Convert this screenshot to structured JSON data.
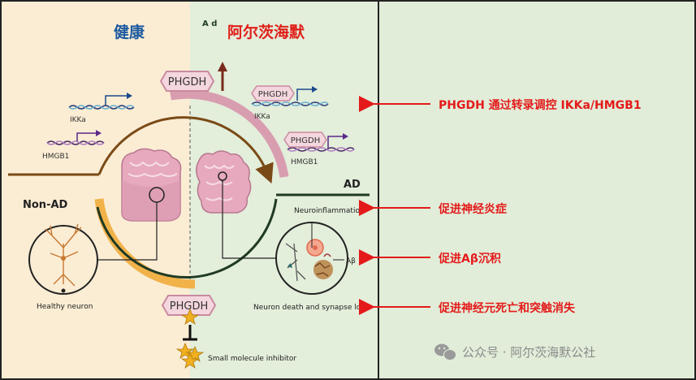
{
  "panel": {
    "healthy_title": "健康",
    "ad_title": "阿尔茨海默",
    "ad_small_prefix": "A d",
    "phgdh_label": "PHGDH",
    "non_ad_label": "Non-AD",
    "ad_label": "AD",
    "genes": {
      "ikka": "IKKa",
      "hmgb1": "HMGB1"
    },
    "neuroinflammation": "Neuroinflammation",
    "abeta": "Aβ",
    "healthy_neuron": "Healthy neuron",
    "neuron_death": "Neuron death and synapse loss",
    "small_molecule_inhibitor": "Small molecule inhibitor"
  },
  "annotations": [
    "PHGDH 通过转录调控 IKKa/HMGB1",
    "促进神经炎症",
    "促进Aβ沉积",
    "促进神经元死亡和突触消失"
  ],
  "watermark": "公众号 · 阿尔茨海默公社",
  "colors": {
    "healthy_bg": "#fbedd4",
    "ad_bg": "#e3eedb",
    "right_bg": "#e1edd9",
    "title_blue": "#1d5aa0",
    "title_red": "#e0201a",
    "arrow_red": "#e41a1a",
    "arc_brown": "#7a4a16",
    "arc_pink": "#d99db0",
    "arc_orange": "#f1b24a",
    "arc_green": "#1f3a24",
    "phgdh_fill": "#f4d7de",
    "phgdh_stroke": "#c98aa0",
    "star_fill": "#f0b020"
  }
}
